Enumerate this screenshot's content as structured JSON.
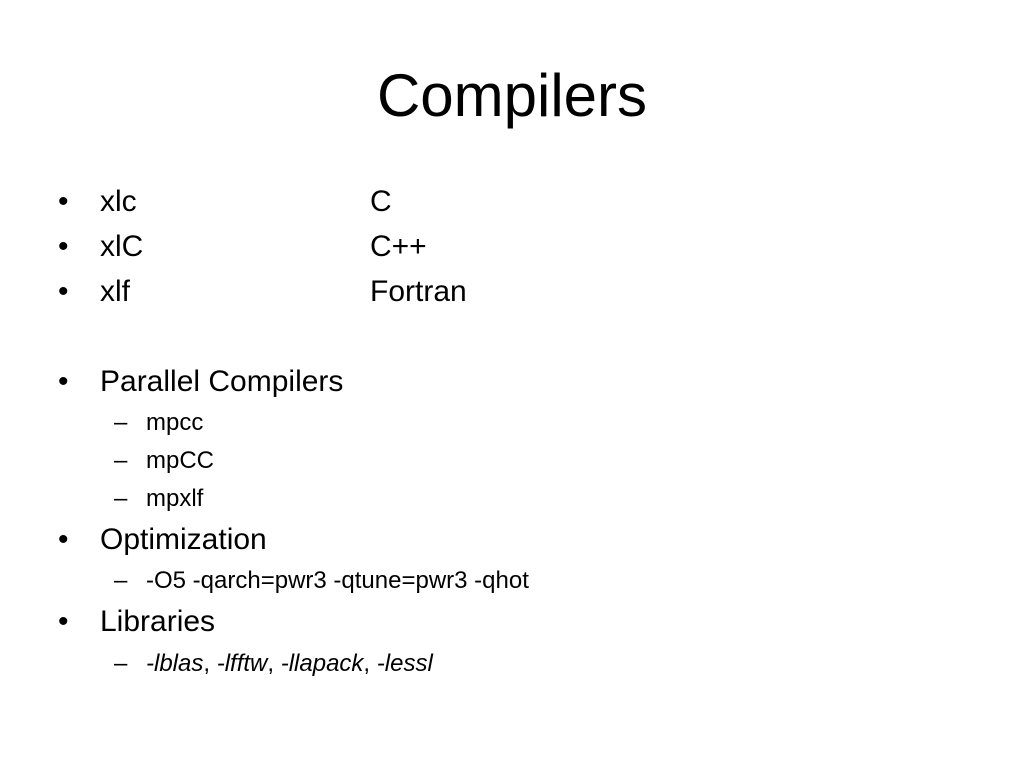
{
  "slide": {
    "title": "Compilers",
    "bullet_glyph": "•",
    "dash_glyph": "–",
    "compilers": [
      {
        "name": "xlc",
        "language": "C"
      },
      {
        "name": "xlC",
        "language": "C++"
      },
      {
        "name": "xlf",
        "language": "Fortran"
      }
    ],
    "parallel": {
      "label": "Parallel Compilers",
      "items": [
        "mpcc",
        "mpCC",
        "mpxlf"
      ]
    },
    "optimization": {
      "label": "Optimization",
      "flags": "-O5 -qarch=pwr3 -qtune=pwr3 -qhot"
    },
    "libraries": {
      "label": "Libraries",
      "items": [
        "-lblas",
        "-lfftw",
        "-llapack",
        "-lessl"
      ],
      "separator": ", "
    }
  }
}
